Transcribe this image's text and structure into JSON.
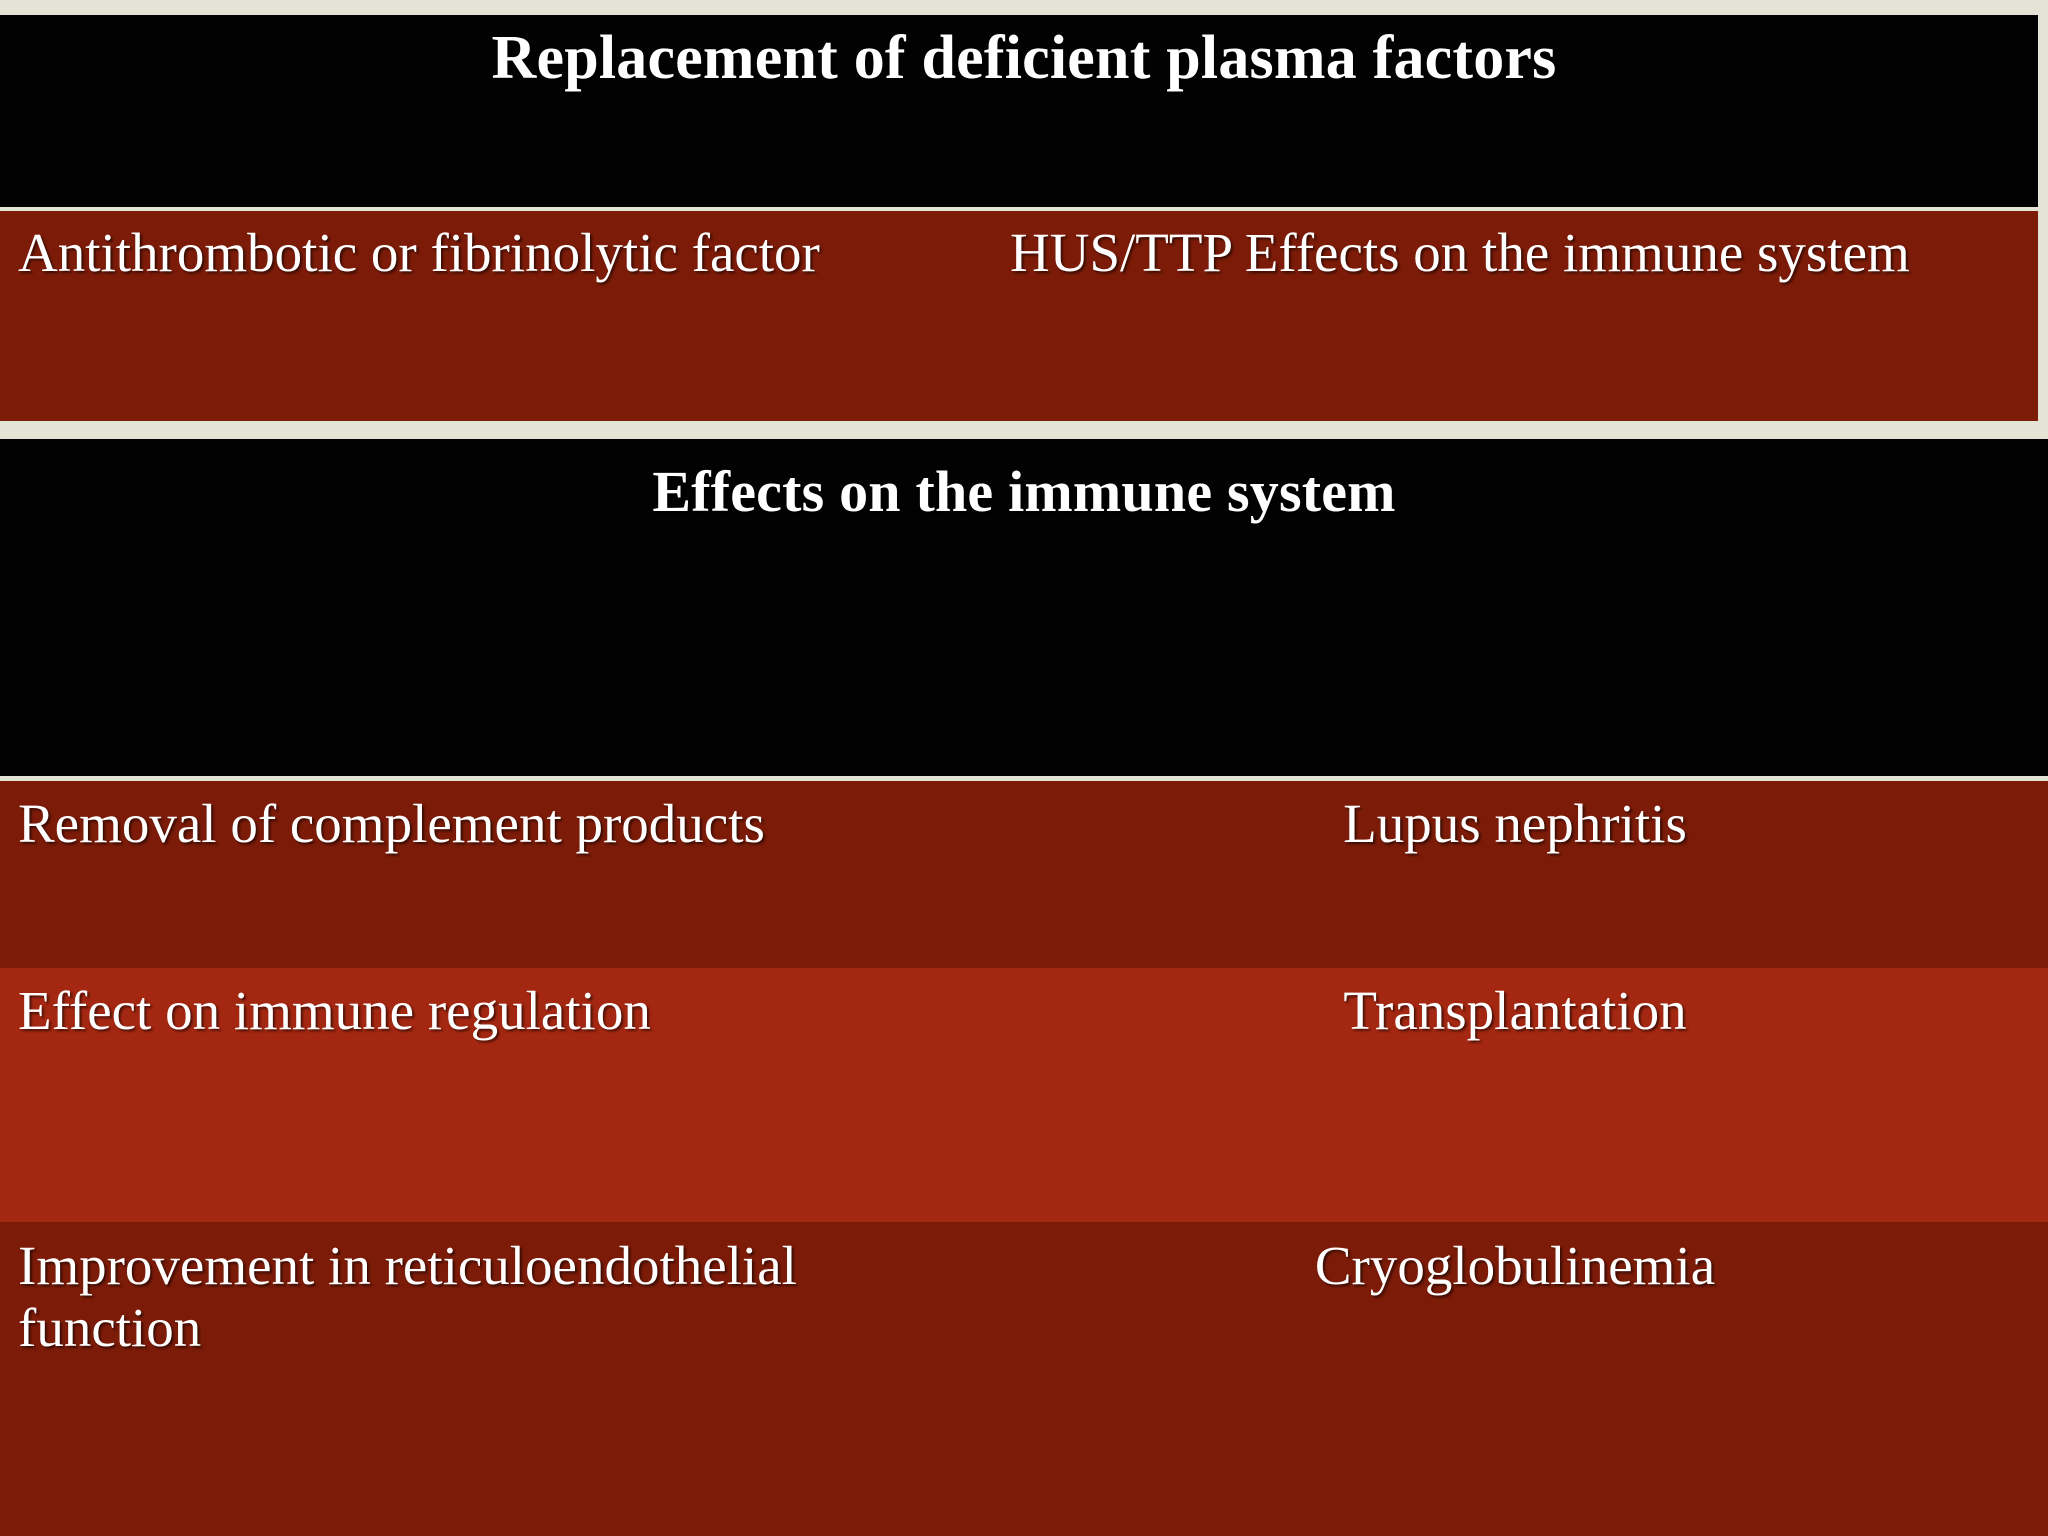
{
  "slide": {
    "theme": {
      "background_cream": "#E4E4D6",
      "band_black": "#020202",
      "row_dark_red": "#7B1B08",
      "row_bright_red": "#A32711",
      "text_color": "#FFFFFF"
    },
    "sections": [
      {
        "id": "section-1",
        "title": "Replacement of deficient plasma factors",
        "rows": [
          {
            "left": "Antithrombotic or fibrinolytic factor",
            "right": "HUS/TTP Effects on the immune system",
            "style": "dark"
          }
        ]
      },
      {
        "id": "section-2",
        "title": "Effects on the immune system",
        "rows": [
          {
            "left": "Removal of complement products",
            "right": "Lupus nephritis",
            "style": "dark"
          },
          {
            "left": "Effect on immune regulation",
            "right": "Transplantation",
            "style": "bright"
          },
          {
            "left": "Improvement in reticuloendothelial function",
            "right": "Cryoglobulinemia",
            "style": "dark"
          }
        ]
      }
    ]
  }
}
